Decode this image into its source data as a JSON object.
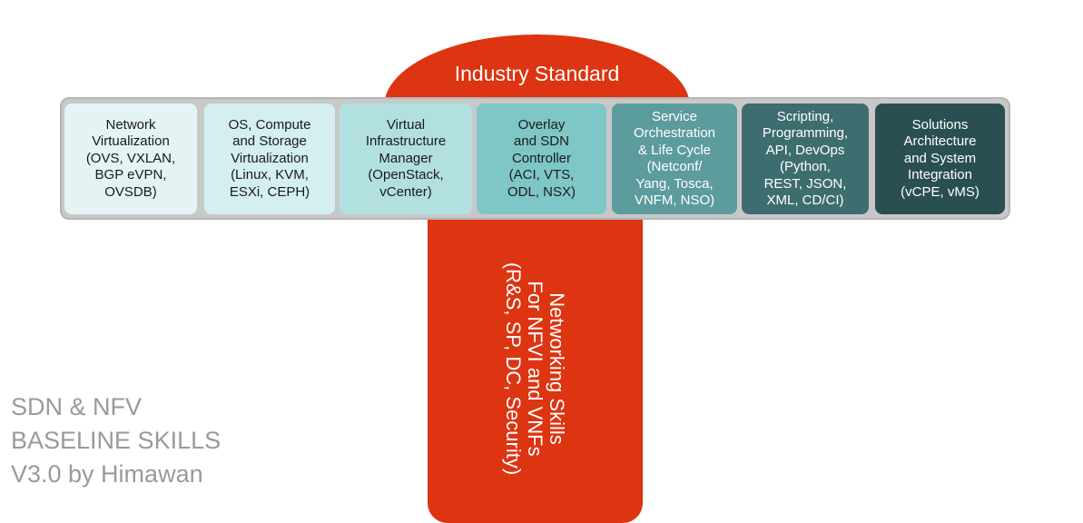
{
  "colors": {
    "red": "#dd3411",
    "bar_gray": "#c8c8c8",
    "caption_gray": "#9a9a9a",
    "box_fills": [
      "#e4f4f5",
      "#d4eff0",
      "#b2e0e1",
      "#7fc6c6",
      "#5c9c9d",
      "#3d6d6f",
      "#2a4f52"
    ]
  },
  "top": {
    "label": "Industry Standard"
  },
  "stem": {
    "label": "Networking Skills\nFor NFVI and VNFs\n(R&S, SP, DC, Security)"
  },
  "boxes": [
    {
      "text": "Network\nVirtualization\n(OVS, VXLAN,\nBGP eVPN,\nOVSDB)"
    },
    {
      "text": "OS, Compute\nand Storage\nVirtualization\n(Linux, KVM,\nESXi, CEPH)"
    },
    {
      "text": "Virtual\nInfrastructure\nManager\n(OpenStack,\nvCenter)"
    },
    {
      "text": "Overlay\nand SDN\nController\n(ACI, VTS,\nODL, NSX)"
    },
    {
      "text": "Service\nOrchestration\n& Life Cycle\n(Netconf/\nYang, Tosca,\nVNFM, NSO)"
    },
    {
      "text": "Scripting,\nProgramming,\nAPI, DevOps\n(Python,\nREST, JSON,\nXML, CD/CI)"
    },
    {
      "text": "Solutions\nArchitecture\nand System\nIntegration\n(vCPE, vMS)"
    }
  ],
  "caption": {
    "text": "SDN & NFV\nBASELINE SKILLS\nV3.0 by Himawan"
  }
}
